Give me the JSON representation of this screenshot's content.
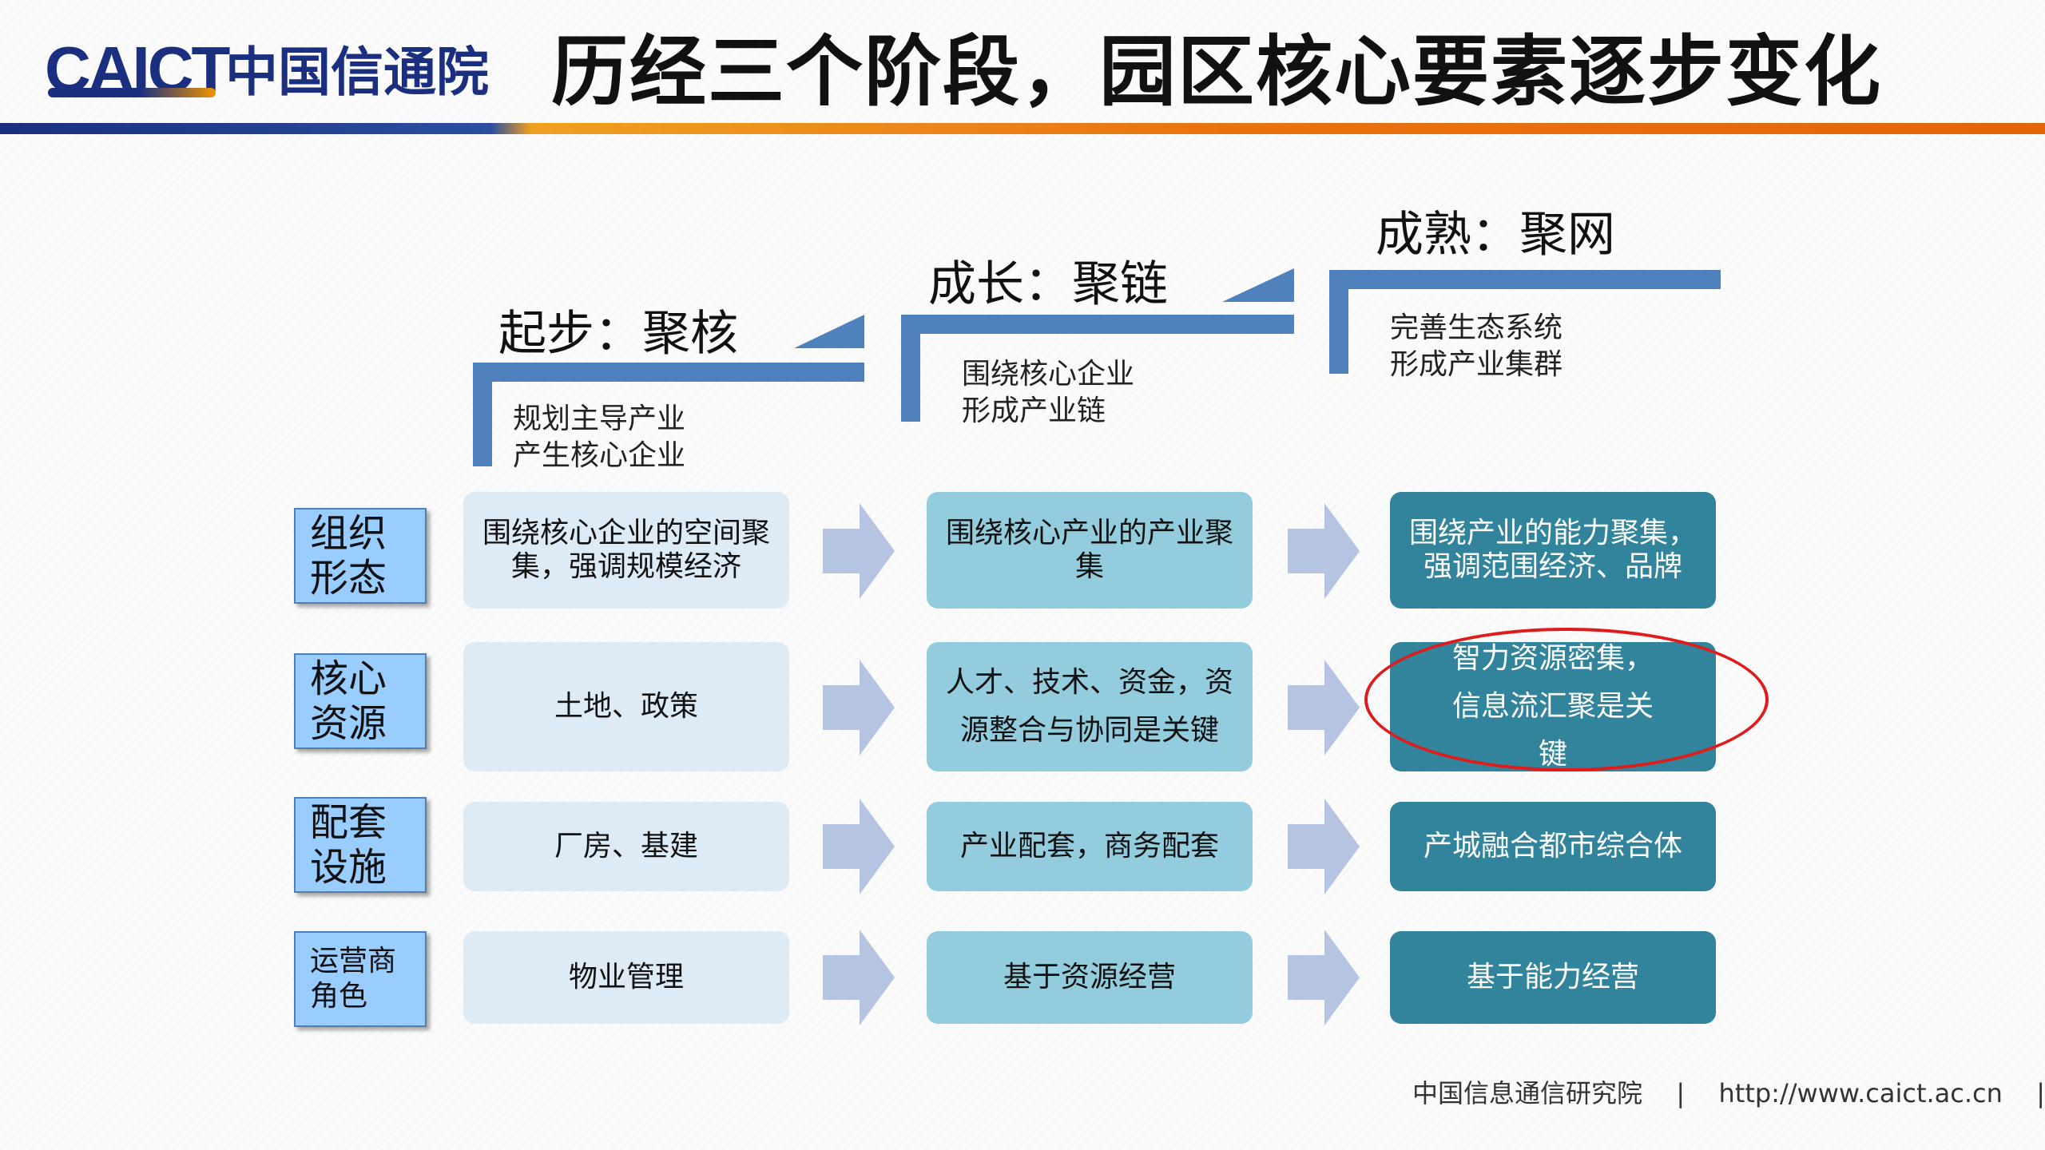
{
  "header": {
    "logo_text": "CAICT",
    "logo_cn": "中国信通院",
    "title": "历经三个阶段，园区核心要素逐步变化"
  },
  "stages": [
    {
      "title": "起步：聚核",
      "desc": "规划主导产业\n产生核心企业"
    },
    {
      "title": "成长：聚链",
      "desc": "围绕核心企业\n形成产业链"
    },
    {
      "title": "成熟：聚网",
      "desc": "完善生态系统\n形成产业集群"
    }
  ],
  "rows": [
    {
      "label": "组织\n形态",
      "cells": [
        "围绕核心企业的空间聚集，强调规模经济",
        "围绕核心产业的产业聚集",
        "围绕产业的能力聚集，强调范围经济、品牌"
      ]
    },
    {
      "label": "核心\n资源",
      "cells": [
        "土地、政策",
        "人才、技术、资金，资源整合与协同是关键",
        "智力资源密集，信息流汇聚是关键"
      ]
    },
    {
      "label": "配套\n设施",
      "cells": [
        "厂房、基建",
        "产业配套，商务配套",
        "产城融合都市综合体"
      ]
    },
    {
      "label": "运营商\n角色",
      "cells": [
        "物业管理",
        "基于资源经营",
        "基于能力经营"
      ]
    }
  ],
  "footer": {
    "org": "中国信息通信研究院",
    "sep": "|",
    "url": "http://www.caict.ac.cn"
  },
  "colors": {
    "stage1_cell": "#ddebf7",
    "stage2_cell": "#93cddd",
    "stage3_cell": "#31849b",
    "row_label": "#99ccff",
    "step_bar": "#4f81bd",
    "arrow": "#b5c4e0",
    "highlight": "#e01b1b"
  }
}
